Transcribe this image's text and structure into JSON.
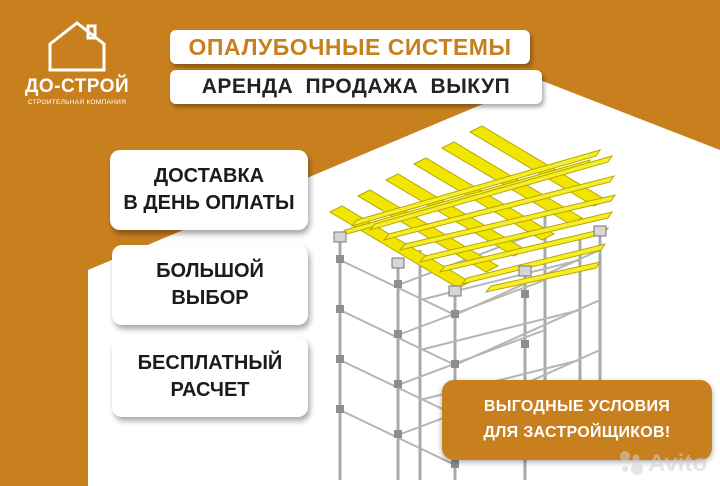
{
  "brand": {
    "name": "ДО-СТРОЙ",
    "subtitle": "СТРОИТЕЛЬНАЯ КОМПАНИЯ"
  },
  "header": {
    "title": "ОПАЛУБОЧНЫЕ СИСТЕМЫ",
    "subtitle": "АРЕНДА  ПРОДАЖА  ВЫКУП"
  },
  "features": [
    {
      "line1": "ДОСТАВКА",
      "line2": "В ДЕНЬ ОПЛАТЫ"
    },
    {
      "line1": "БОЛЬШОЙ",
      "line2": "ВЫБОР"
    },
    {
      "line1": "БЕСПЛАТНЫЙ",
      "line2": "РАСЧЕТ"
    }
  ],
  "promo": {
    "line1": "ВЫГОДНЫЕ УСЛОВИЯ",
    "line2": "ДЛЯ ЗАСТРОЙЩИКОВ!"
  },
  "watermark": {
    "text": "Avito"
  },
  "colors": {
    "accent": "#c8801f",
    "card_bg": "#ffffff",
    "beam_yellow": "#f2e600",
    "scaffold_grey": "#b8b8b8"
  }
}
